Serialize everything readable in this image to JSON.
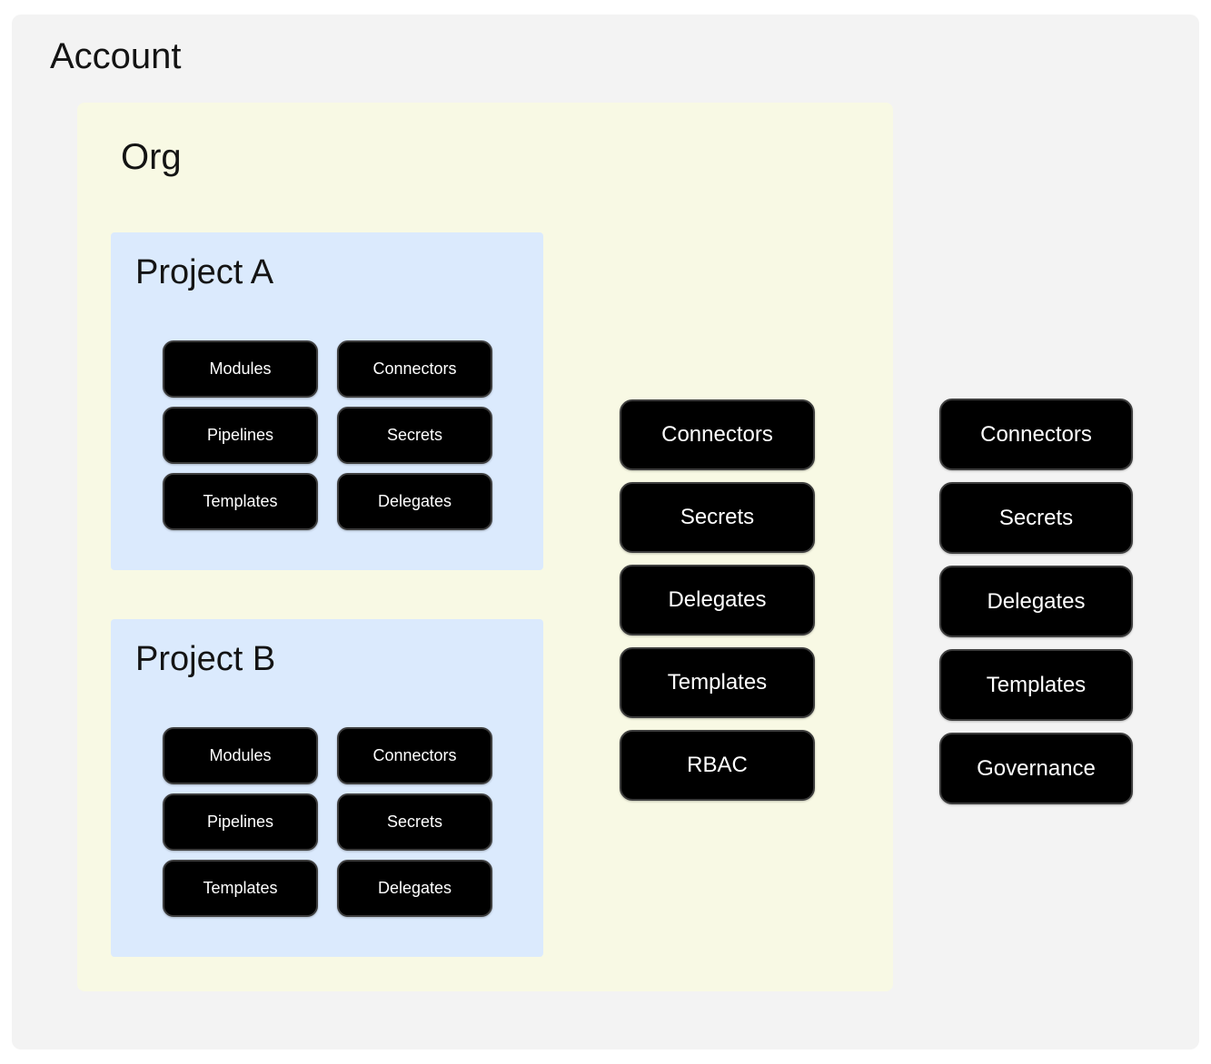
{
  "account": {
    "title": "Account",
    "column": {
      "items": [
        "Connectors",
        "Secrets",
        "Delegates",
        "Templates",
        "Governance"
      ]
    },
    "org": {
      "title": "Org",
      "column": {
        "items": [
          "Connectors",
          "Secrets",
          "Delegates",
          "Templates",
          "RBAC"
        ]
      },
      "projects": [
        {
          "title": "Project A",
          "items": [
            "Modules",
            "Connectors",
            "Pipelines",
            "Secrets",
            "Templates",
            "Delegates"
          ]
        },
        {
          "title": "Project B",
          "items": [
            "Modules",
            "Connectors",
            "Pipelines",
            "Secrets",
            "Templates",
            "Delegates"
          ]
        }
      ]
    }
  },
  "colors": {
    "page_bg": "#ffffff",
    "account_bg": "#f3f3f3",
    "org_bg": "#f8f9e4",
    "project_bg": "#dbeafd",
    "node_bg": "#000000",
    "node_border": "#3d3d3d",
    "node_text": "#ffffff",
    "title_text": "#141414"
  }
}
